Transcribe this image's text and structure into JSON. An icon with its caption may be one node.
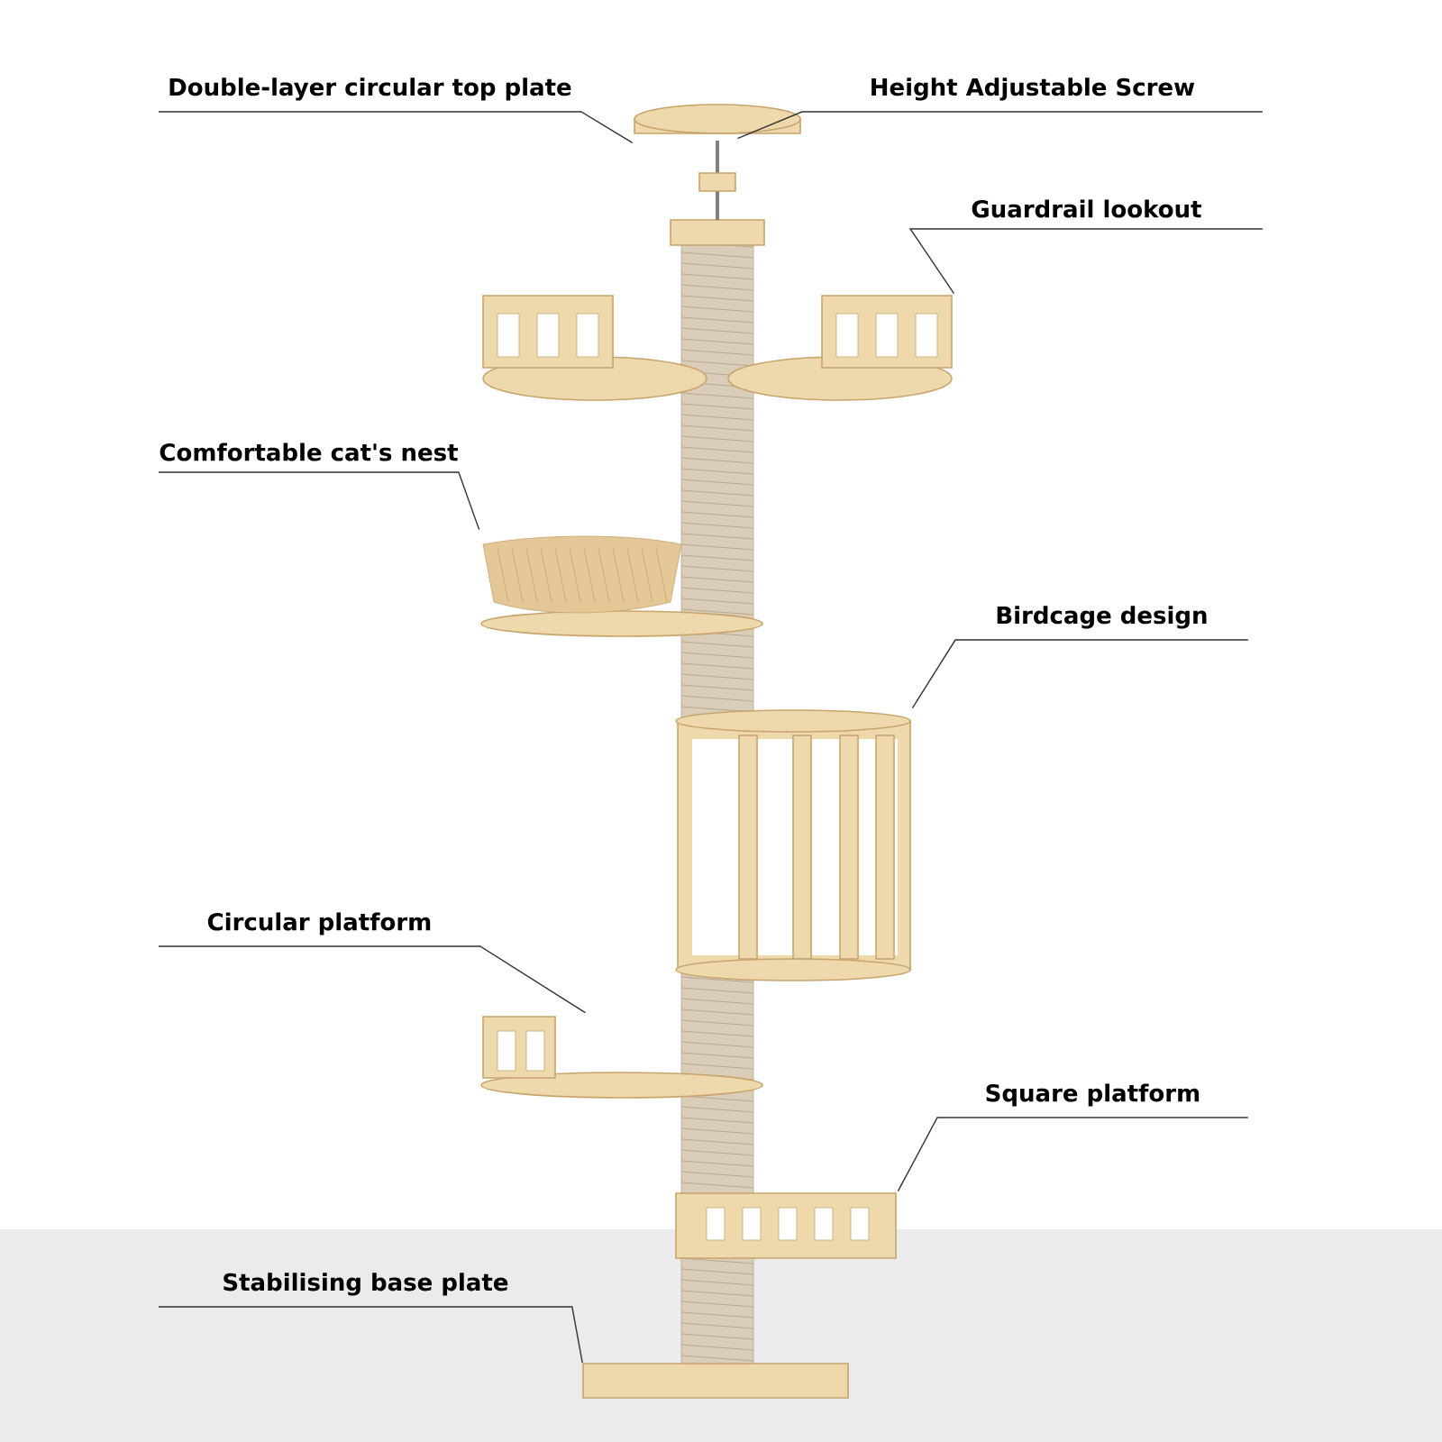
{
  "diagram": {
    "nodes": [
      {
        "text": [
          "Double-layer circular top plate"
        ]
      },
      {
        "text": [
          "Height Adjustable Screw"
        ]
      },
      {
        "text": [
          "Guardrail lookout"
        ]
      },
      {
        "text": [
          "Comfortable cat's nest"
        ]
      },
      {
        "text": [
          "Birdcage design"
        ]
      },
      {
        "text": [
          "Circular platform"
        ]
      },
      {
        "text": [
          "Square platform"
        ]
      },
      {
        "text": [
          "Stabilising base plate"
        ]
      },
      {
        "text": [],
        "shape": "picture"
      },
      {
        "text": [],
        "shape": "picture"
      },
      {
        "text": [],
        "shape": "picture"
      },
      {
        "text": [],
        "shape": "picture"
      },
      {
        "text": [],
        "shape": "picture"
      },
      {
        "text": [],
        "shape": "picture"
      },
      {
        "text": [],
        "shape": "picture"
      },
      {
        "text": [],
        "shape": "box"
      },
      {
        "text": [],
        "shape": "picture"
      }
    ],
    "edges": [
      {
        "from": 0,
        "to": 8,
        "arrow": "none"
      },
      {
        "from": 1,
        "to": 9,
        "arrow": "none"
      },
      {
        "from": 2,
        "to": 10,
        "arrow": "none"
      },
      {
        "from": 3,
        "to": 11,
        "arrow": "none"
      },
      {
        "from": 4,
        "to": 12,
        "arrow": "none"
      },
      {
        "from": 5,
        "to": 13,
        "arrow": "none"
      },
      {
        "from": 6,
        "to": 14,
        "arrow": "none"
      },
      {
        "from": 7,
        "to": 15,
        "arrow": "none"
      }
    ]
  }
}
